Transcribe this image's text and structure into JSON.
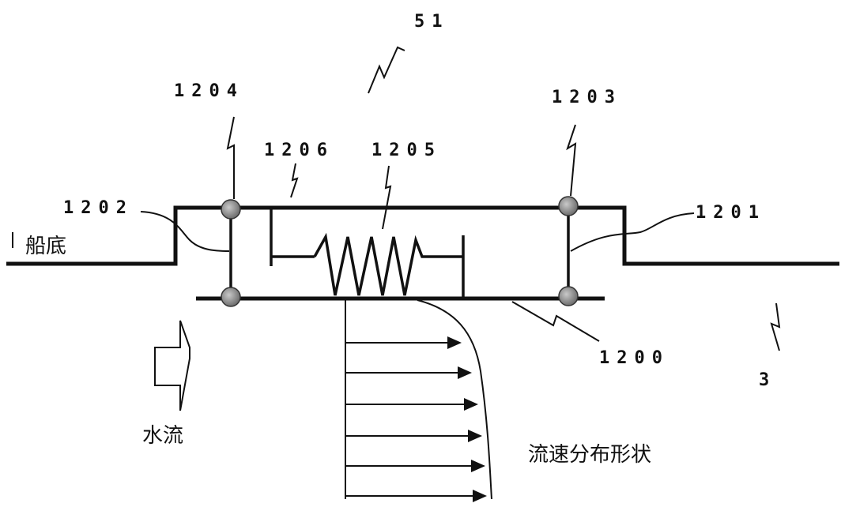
{
  "labels": {
    "ref_51": "51",
    "ref_1204": "1204",
    "ref_1203": "1203",
    "ref_1206": "1206",
    "ref_1205": "1205",
    "ref_1202": "1202",
    "ref_1201": "1201",
    "ref_1200": "1200",
    "ref_3": "3",
    "hull_bottom": "船底",
    "water_flow": "水流",
    "velocity_profile": "流速分布形状"
  },
  "colors": {
    "line": "#111111",
    "joint_fill": "#8a8a8a",
    "background": "#ffffff"
  }
}
